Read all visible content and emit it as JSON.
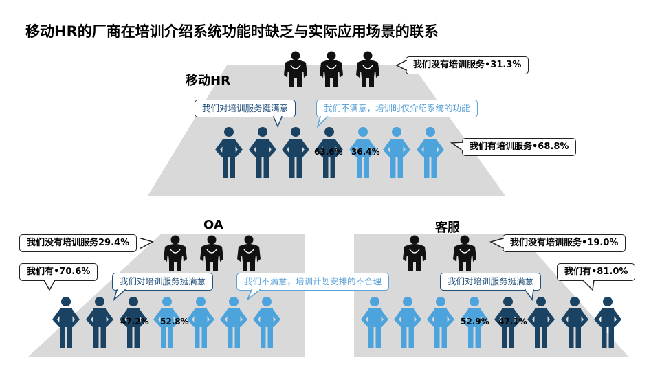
{
  "title": "移动HR的厂商在培训介绍系统功能时缺乏与实际应用场景的联系",
  "colors": {
    "dark": "#1a4263",
    "light": "#4da3dc",
    "black": "#111111",
    "trap": "#d9d9d9"
  },
  "sections": {
    "mobile_hr": {
      "label": "移动HR",
      "no_training": "我们没有培训服务•31.3%",
      "has_training": "我们有培训服务•68.8%",
      "satisfied": "我们对培训服务挺满意",
      "unsatisfied": "我们不满意，培训时仅介绍系统的功能",
      "pct_satisfied": "63.6%",
      "pct_unsatisfied": "36.4%"
    },
    "oa": {
      "label": "OA",
      "no_training": "我们没有培训服务29.4%",
      "has_training": "我们有•70.6%",
      "satisfied": "我们对培训服务挺满意",
      "unsatisfied": "我们不满意，培训计划安排的不合理",
      "pct_satisfied": "47.2%",
      "pct_unsatisfied": "52.8%"
    },
    "service": {
      "label": "客服",
      "no_training": "我们没有培训服务•19.0%",
      "has_training": "我们有•81.0%",
      "satisfied": "我们对培训服务挺满意",
      "pct_unsatisfied": "52.9%",
      "pct_satisfied": "47.1%"
    }
  }
}
